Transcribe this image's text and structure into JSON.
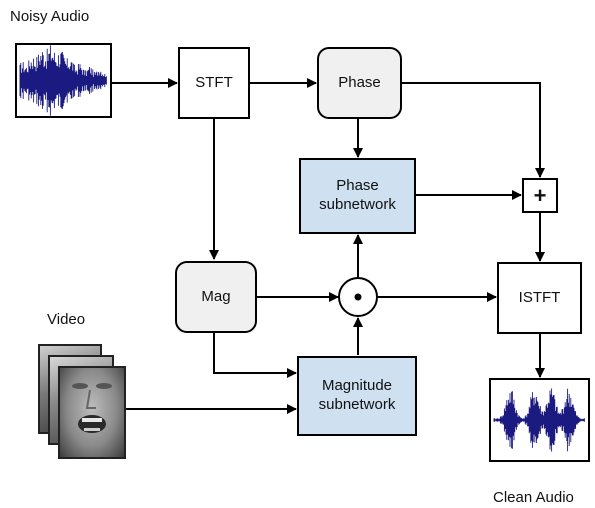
{
  "labels": {
    "noisy_audio": "Noisy Audio",
    "stft": "STFT",
    "phase": "Phase",
    "phase_subnetwork_line1": "Phase",
    "phase_subnetwork_line2": "subnetwork",
    "plus_symbol": "+",
    "mag": "Mag",
    "istft": "ISTFT",
    "video": "Video",
    "magnitude_subnetwork_line1": "Magnitude",
    "magnitude_subnetwork_line2": "subnetwork",
    "clean_audio": "Clean Audio"
  },
  "colors": {
    "subnetwork_fill": "#cfe0f1",
    "rounded_fill": "#f0f0f0",
    "waveform": "#1a1a80"
  }
}
